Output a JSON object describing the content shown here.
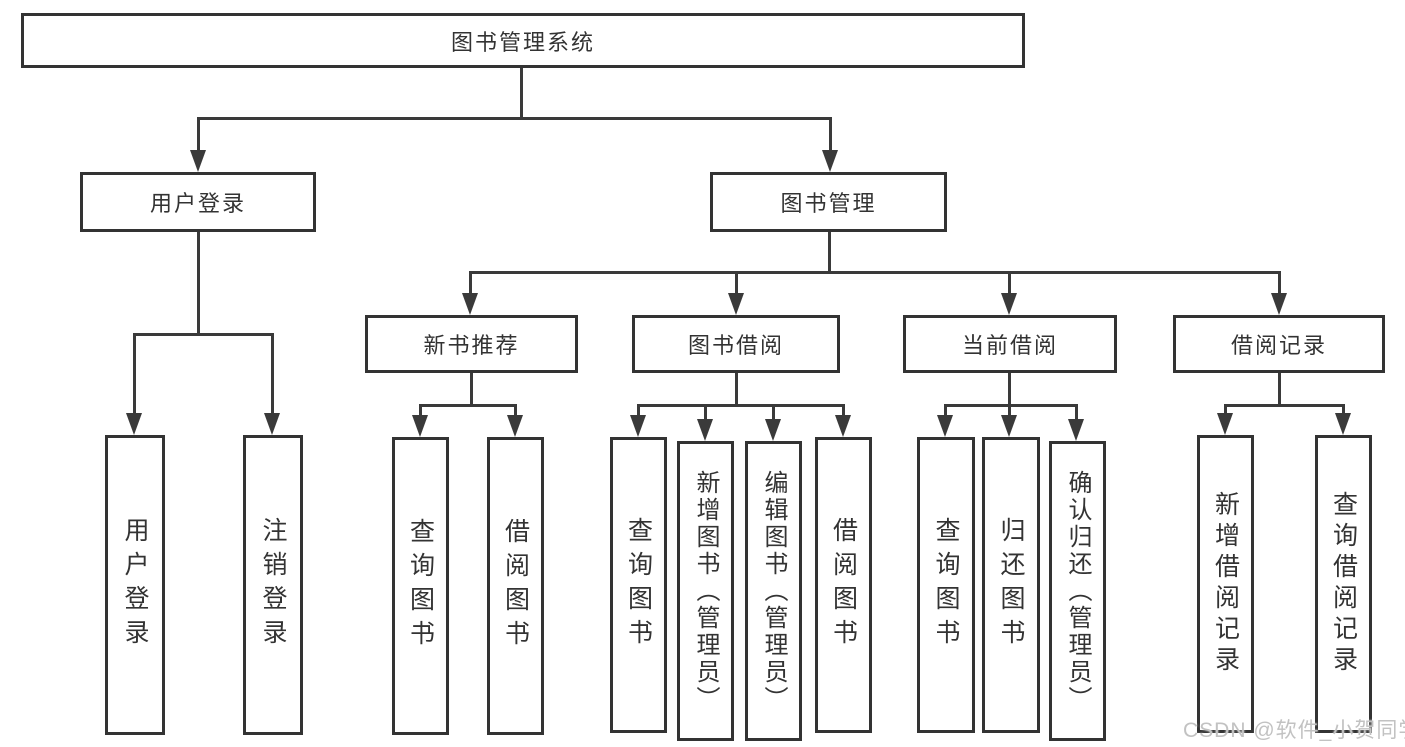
{
  "title": "图书管理系统",
  "level2": {
    "user_login": "用户登录",
    "book_mgmt": "图书管理"
  },
  "level3": {
    "new_book_rec": "新书推荐",
    "book_borrow": "图书借阅",
    "current_borrow": "当前借阅",
    "borrow_record": "借阅记录"
  },
  "leaves": {
    "user_login": "用户登录",
    "logout": "注销登录",
    "rec_query_book": "查询图书",
    "rec_borrow_book": "借阅图书",
    "bb_query_book": "查询图书",
    "bb_add_book": "新增图书（管理员）",
    "bb_edit_book": "编辑图书（管理员）",
    "bb_borrow_book": "借阅图书",
    "cb_query_book": "查询图书",
    "cb_return_book": "归还图书",
    "cb_confirm_return": "确认归还（管理员）",
    "br_add_record": "新增借阅记录",
    "br_query_record": "查询借阅记录"
  },
  "watermark": "CSDN @软件_小贺同学",
  "colors": {
    "border": "#333333",
    "line": "#3a3a3a",
    "text": "#333333",
    "watermark": "#c2c2c2",
    "background": "#ffffff"
  }
}
